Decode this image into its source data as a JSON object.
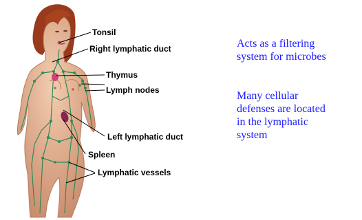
{
  "labels": {
    "tonsil": "Tonsil",
    "right_lymphatic_duct": "Right lymphatic duct",
    "thymus": "Thymus",
    "lymph_nodes": "Lymph nodes",
    "left_lymphatic_duct": "Left lymphatic duct",
    "spleen": "Spleen",
    "lymphatic_vessels": "Lymphatic vessels"
  },
  "notes": {
    "filter_line1": "Acts as a filtering",
    "filter_line2": "system for microbes",
    "defense_line1": "Many cellular",
    "defense_line2": "defenses are located",
    "defense_line3": "in the lymphatic",
    "defense_line4": "system"
  },
  "colors": {
    "skin": "#e8b898",
    "skin_shadow": "#c98b6c",
    "hair": "#9a3a1c",
    "vessel": "#2e8b57",
    "thymus": "#d0407a",
    "spleen": "#8b2252",
    "note_text": "#1a1aff"
  }
}
